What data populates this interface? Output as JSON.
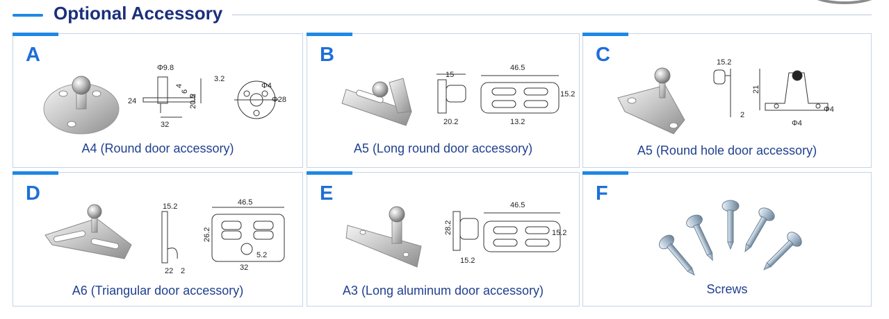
{
  "header": {
    "title": "Optional Accessory"
  },
  "colors": {
    "accent": "#1e88e5",
    "title": "#1b2f7a",
    "caption": "#1f3f8f",
    "border": "#c5d3e6"
  },
  "cards": [
    {
      "letter": "A",
      "caption": "A4 (Round door accessory)",
      "dims": [
        "Φ9.8",
        "24",
        "32",
        "3.2",
        "Φ4",
        "Φ28",
        "20.5",
        "2",
        "6",
        "4"
      ]
    },
    {
      "letter": "B",
      "caption": "A5 (Long round door accessory)",
      "dims": [
        "15",
        "20.2",
        "46.5",
        "15.2",
        "13.2"
      ]
    },
    {
      "letter": "C",
      "caption": "A5 (Round hole door accessory)",
      "dims": [
        "15.2",
        "21",
        "2",
        "Φ4",
        "Φ4"
      ]
    },
    {
      "letter": "D",
      "caption": "A6 (Triangular door accessory)",
      "dims": [
        "15.2",
        "26.2",
        "22",
        "2",
        "46.5",
        "5.2",
        "32"
      ]
    },
    {
      "letter": "E",
      "caption": "A3 (Long aluminum door accessory)",
      "dims": [
        "28.2",
        "15.2",
        "46.5",
        "15.2"
      ]
    },
    {
      "letter": "F",
      "caption": "Screws",
      "dims": []
    }
  ]
}
